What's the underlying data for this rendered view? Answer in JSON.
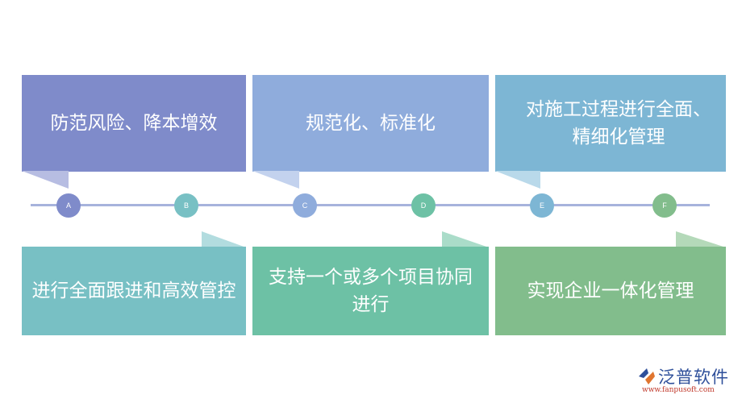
{
  "colors": {
    "card_a": "#7f8bca",
    "card_b": "#8facdc",
    "card_c": "#7db6d4",
    "card_d": "#78c0c4",
    "card_e": "#6dc1a5",
    "card_f": "#82bd8c",
    "timeline": "#a7b3dc"
  },
  "top_cards": [
    {
      "text": "防范风险、降本增效"
    },
    {
      "text": "规范化、标准化"
    },
    {
      "text": "对施工过程进行全面、精细化管理"
    }
  ],
  "bottom_cards": [
    {
      "text": "进行全面跟进和高效管控"
    },
    {
      "text": "支持一个或多个项目协同进行"
    },
    {
      "text": "实现企业一体化管理"
    }
  ],
  "nodes": [
    {
      "label": "A",
      "color": "#7f8bca"
    },
    {
      "label": "B",
      "color": "#78c0c4"
    },
    {
      "label": "C",
      "color": "#8facdc"
    },
    {
      "label": "D",
      "color": "#6dc1a5"
    },
    {
      "label": "E",
      "color": "#7db6d4"
    },
    {
      "label": "F",
      "color": "#82bd8c"
    }
  ],
  "logo": {
    "name": "泛普软件",
    "url": "www.fanpusoft.com",
    "icon": "fanpu-logo-icon"
  }
}
